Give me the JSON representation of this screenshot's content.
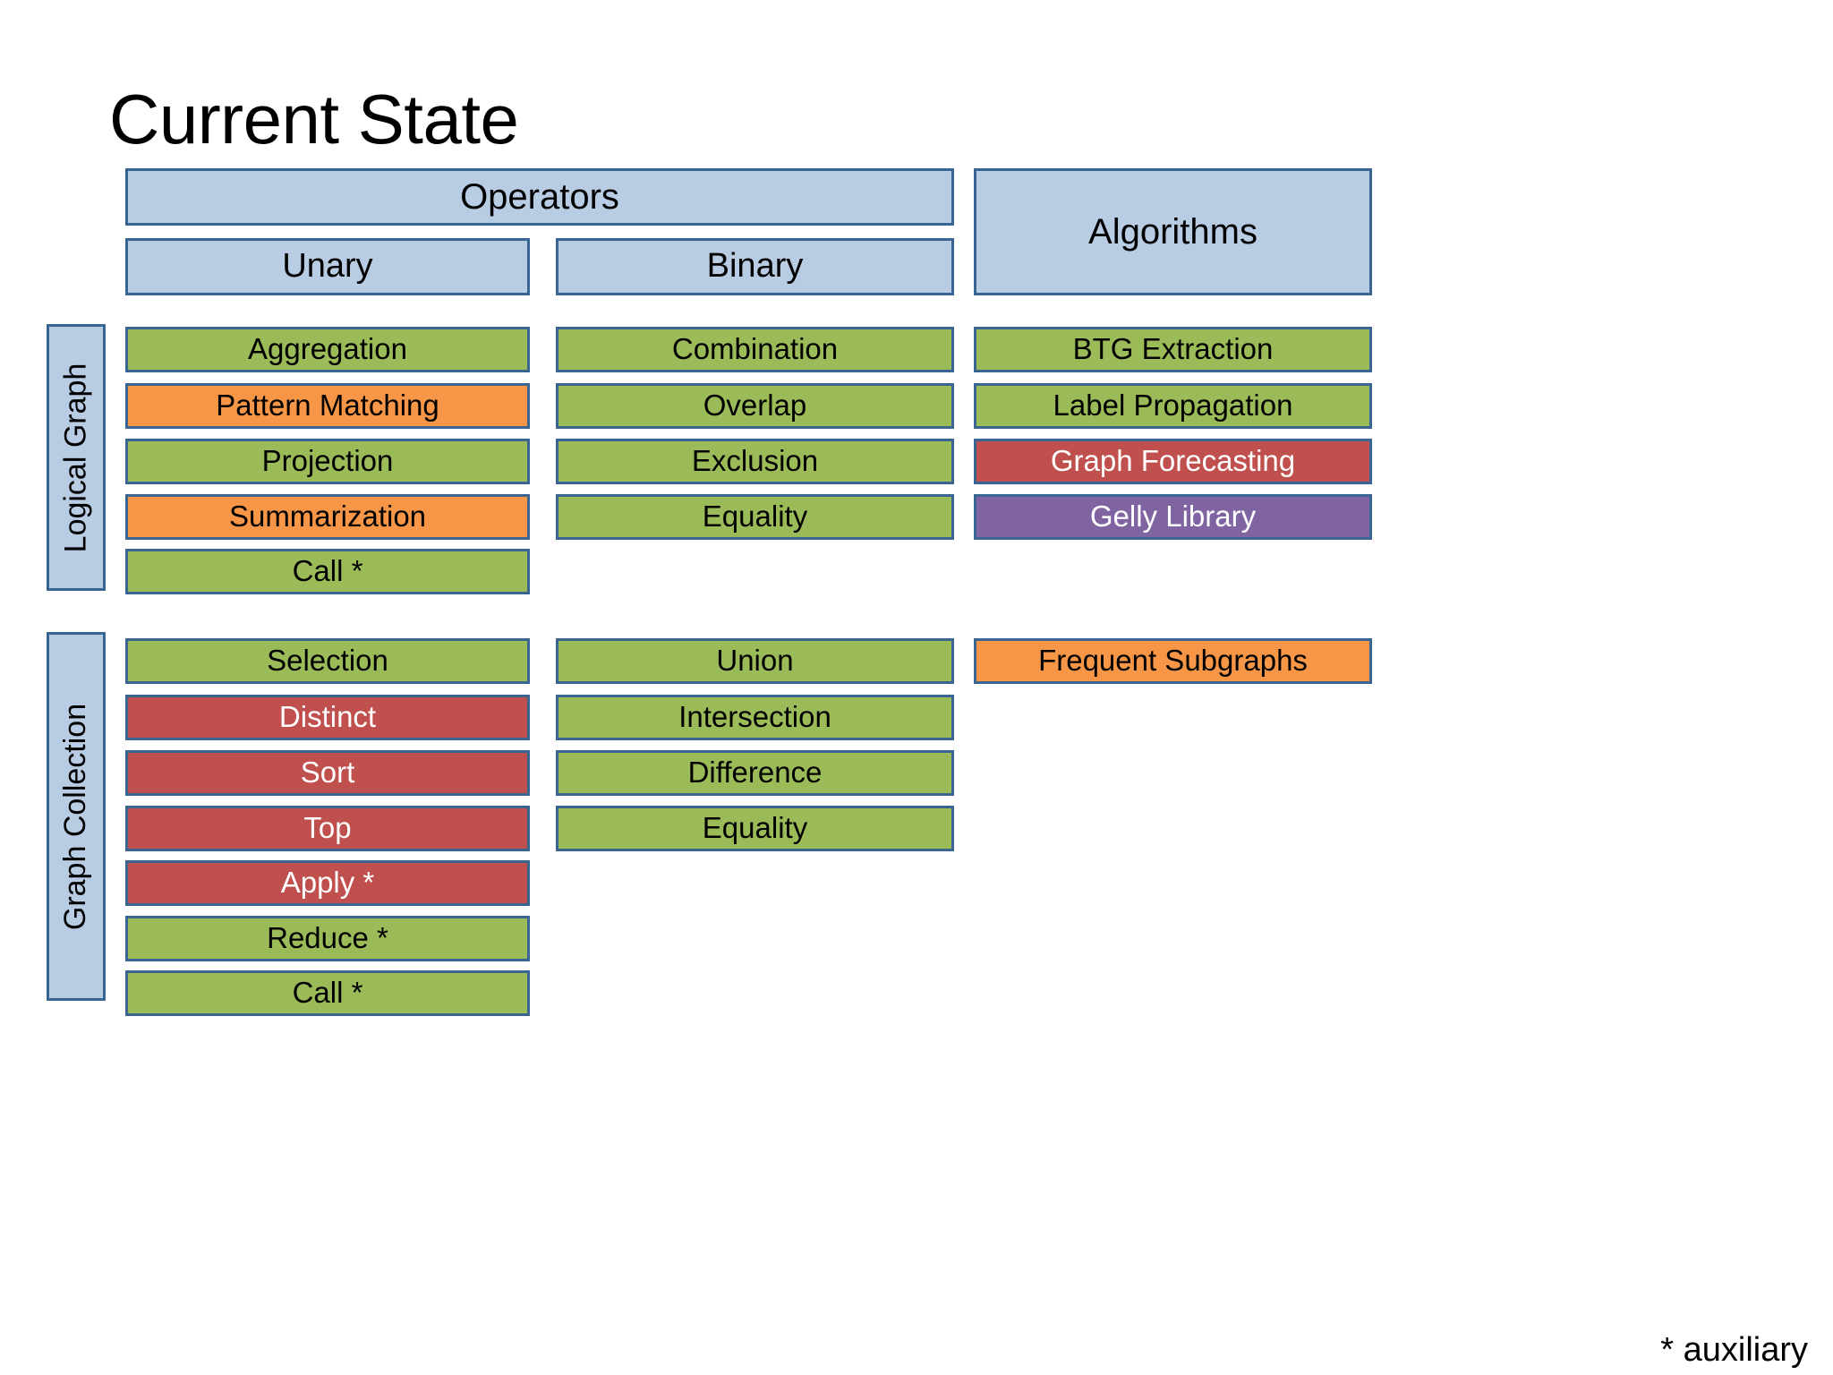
{
  "slide": {
    "title": "Current State",
    "footnote": "* auxiliary"
  },
  "colors": {
    "header_blue": "#b8cce4",
    "green": "#9bbb59",
    "orange": "#f79646",
    "red": "#c0504d",
    "purple": "#8064a2",
    "border": "#3a6491",
    "text_dark": "#000000",
    "text_light": "#ffffff"
  },
  "headers": {
    "operators": "Operators",
    "algorithms": "Algorithms",
    "unary": "Unary",
    "binary": "Binary"
  },
  "row_labels": {
    "logical_graph": "Logical Graph",
    "graph_collection": "Graph Collection"
  },
  "sections": [
    {
      "id": "logical-graph",
      "label": "Logical Graph",
      "unary": [
        {
          "label": "Aggregation",
          "color": "green"
        },
        {
          "label": "Pattern Matching",
          "color": "orange"
        },
        {
          "label": "Projection",
          "color": "green"
        },
        {
          "label": "Summarization",
          "color": "orange"
        },
        {
          "label": "Call *",
          "color": "green"
        }
      ],
      "binary": [
        {
          "label": "Combination",
          "color": "green"
        },
        {
          "label": "Overlap",
          "color": "green"
        },
        {
          "label": "Exclusion",
          "color": "green"
        },
        {
          "label": "Equality",
          "color": "green"
        }
      ],
      "algorithms": [
        {
          "label": "BTG Extraction",
          "color": "green"
        },
        {
          "label": "Label Propagation",
          "color": "green"
        },
        {
          "label": "Graph Forecasting",
          "color": "red"
        },
        {
          "label": "Gelly Library",
          "color": "purple"
        }
      ]
    },
    {
      "id": "graph-collection",
      "label": "Graph Collection",
      "unary": [
        {
          "label": "Selection",
          "color": "green"
        },
        {
          "label": "Distinct",
          "color": "red"
        },
        {
          "label": "Sort",
          "color": "red"
        },
        {
          "label": "Top",
          "color": "red"
        },
        {
          "label": "Apply *",
          "color": "red"
        },
        {
          "label": "Reduce *",
          "color": "green"
        },
        {
          "label": "Call *",
          "color": "green"
        }
      ],
      "binary": [
        {
          "label": "Union",
          "color": "green"
        },
        {
          "label": "Intersection",
          "color": "green"
        },
        {
          "label": "Difference",
          "color": "green"
        },
        {
          "label": "Equality",
          "color": "green"
        }
      ],
      "algorithms": [
        {
          "label": "Frequent Subgraphs",
          "color": "orange"
        }
      ]
    }
  ]
}
